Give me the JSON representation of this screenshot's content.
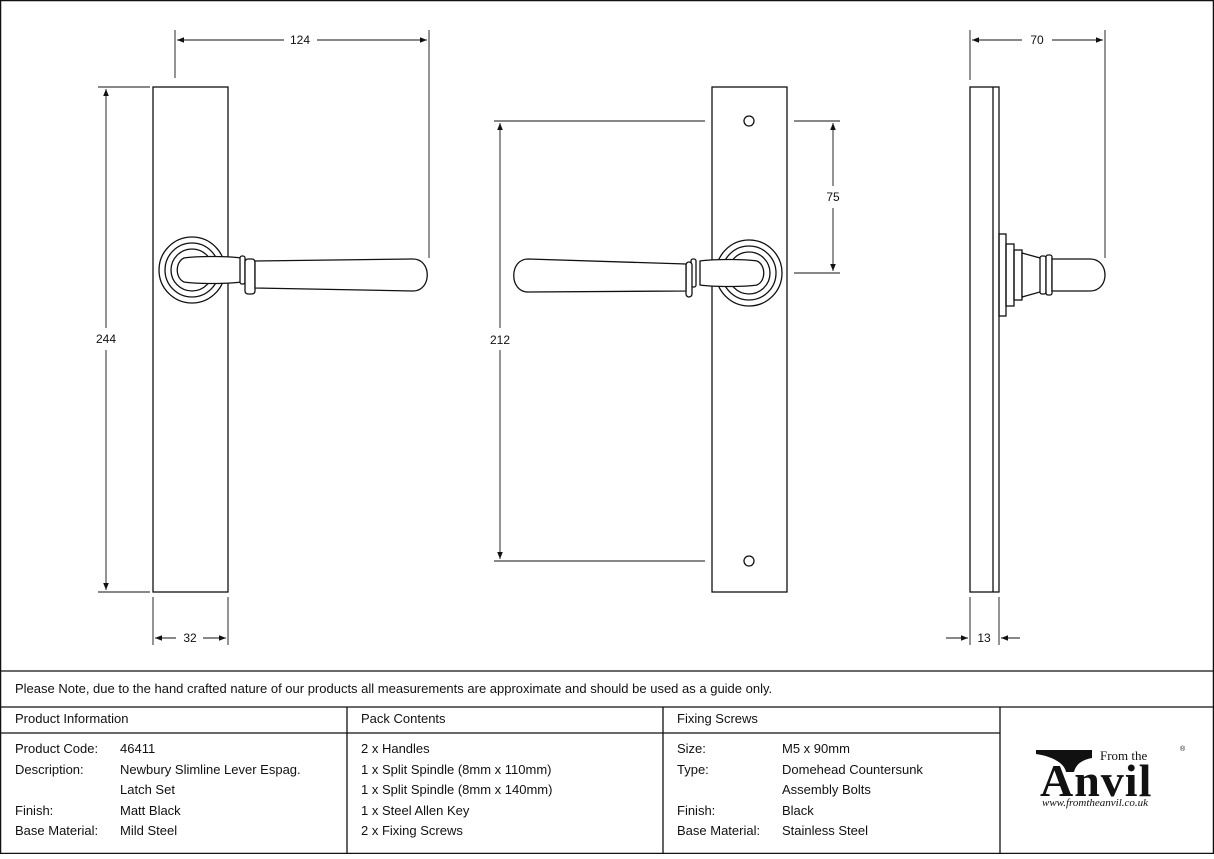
{
  "dimensions": {
    "handle_projection": "124",
    "plate_height": "244",
    "plate_width": "32",
    "fixing_centres": "212",
    "spindle_offset": "75",
    "side_projection": "70",
    "plate_thickness": "13"
  },
  "note": "Please Note, due to the hand crafted nature of our products all measurements are approximate and should be used as a guide only.",
  "product_info": {
    "header": "Product Information",
    "rows": [
      {
        "label": "Product Code:",
        "value": "46411"
      },
      {
        "label": "Description:",
        "value": "Newbury Slimline Lever Espag."
      },
      {
        "label": "",
        "value": "Latch Set"
      },
      {
        "label": "Finish:",
        "value": "Matt Black"
      },
      {
        "label": "Base Material:",
        "value": "Mild Steel"
      }
    ]
  },
  "pack_contents": {
    "header": "Pack Contents",
    "items": [
      "2 x Handles",
      "1 x Split Spindle (8mm x 110mm)",
      "1 x Split Spindle (8mm x 140mm)",
      "1 x Steel Allen Key",
      "2 x Fixing Screws"
    ]
  },
  "fixing_screws": {
    "header": "Fixing Screws",
    "rows": [
      {
        "label": "Size:",
        "value": "M5 x 90mm"
      },
      {
        "label": "Type:",
        "value": "Domehead Countersunk"
      },
      {
        "label": "",
        "value": "Assembly Bolts"
      },
      {
        "label": "Finish:",
        "value": "Black"
      },
      {
        "label": "Base Material:",
        "value": "Stainless Steel"
      }
    ]
  },
  "logo": {
    "from_text": "From the",
    "brand": "Anvil",
    "registered": "®",
    "url": "www.fromtheanvil.co.uk"
  }
}
